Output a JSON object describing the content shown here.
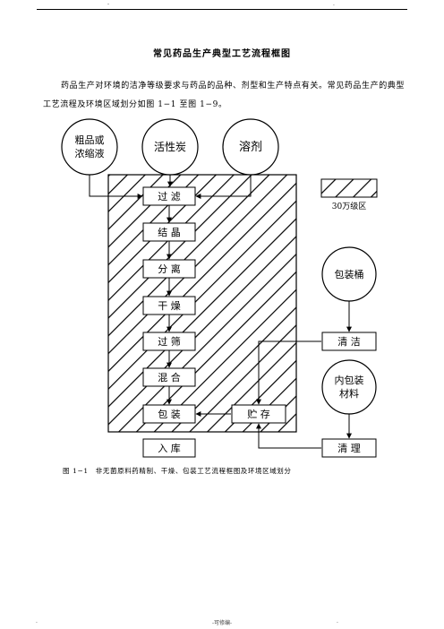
{
  "page": {
    "header_mark": "-",
    "header_mark_right": ".",
    "title": "常见药品生产典型工艺流程框图",
    "paragraph": "药品生产对环境的洁净等级要求与药品的品种、剂型和生产特点有关。常见药品生产的典型工艺流程及环境区域划分如图 1−1 至图 1−9。",
    "caption": "图 1−1　非无菌原料药精制、干燥、包装工艺流程框图及环境区域划分",
    "footer_left": ".",
    "footer_center": "-可修编-",
    "footer_right": "."
  },
  "diagram": {
    "circles": {
      "crude": [
        "粗品或",
        "浓缩液"
      ],
      "carbon": "活性炭",
      "solvent": "溶剂",
      "barrel": "包装桶",
      "inner_pack": [
        "内包装",
        "材料"
      ]
    },
    "steps": {
      "filter": "过 滤",
      "crystal": "结 晶",
      "separate": "分 离",
      "dry": "干 燥",
      "sieve": "过 筛",
      "mix": "混 合",
      "pack": "包 装",
      "store": "贮 存",
      "warehouse": "入 库",
      "clean": "清 洁",
      "tidy": "清 理"
    },
    "legend_label": "30万级区"
  }
}
